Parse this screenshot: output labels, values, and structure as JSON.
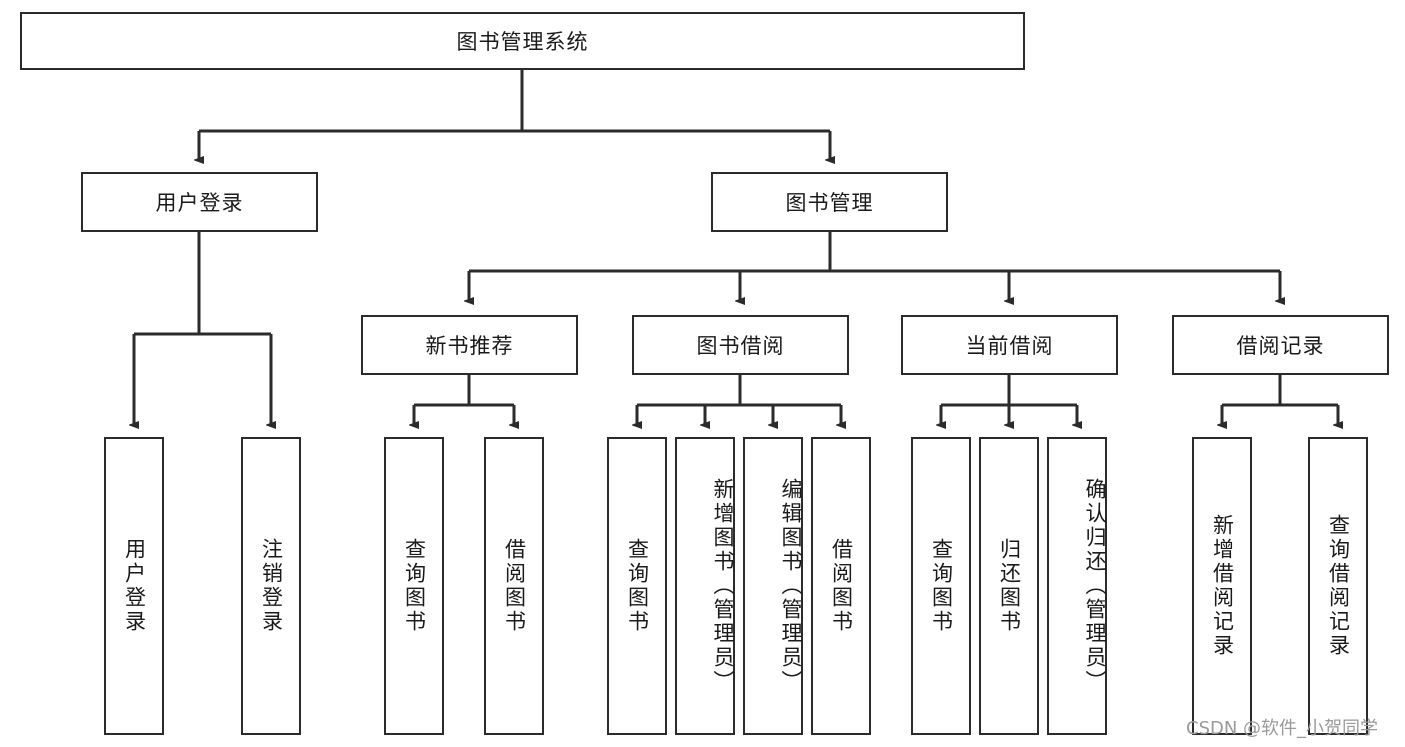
{
  "diagram": {
    "title": "图书管理系统",
    "watermark": "CSDN @软件_小贺同学",
    "colors": {
      "stroke": "#2b2b2b",
      "fill": "#ffffff",
      "text": "#1a1a1a",
      "watermark": "#9a9a9a"
    },
    "root": {
      "label": "图书管理系统"
    },
    "level2": [
      {
        "label": "用户登录"
      },
      {
        "label": "图书管理"
      }
    ],
    "level3": [
      {
        "label": "新书推荐"
      },
      {
        "label": "图书借阅"
      },
      {
        "label": "当前借阅"
      },
      {
        "label": "借阅记录"
      }
    ],
    "leaves": {
      "user_login": [
        {
          "label": "用户登录"
        },
        {
          "label": "注销登录"
        }
      ],
      "new_book_recommend": [
        {
          "label": "查询图书"
        },
        {
          "label": "借阅图书"
        }
      ],
      "book_borrow": [
        {
          "label": "查询图书"
        },
        {
          "label": "新增图书（管理员）"
        },
        {
          "label": "编辑图书（管理员）"
        },
        {
          "label": "借阅图书"
        }
      ],
      "current_borrow": [
        {
          "label": "查询图书"
        },
        {
          "label": "归还图书"
        },
        {
          "label": "确认归还（管理员）"
        }
      ],
      "borrow_record": [
        {
          "label": "新增借阅记录"
        },
        {
          "label": "查询借阅记录"
        }
      ]
    }
  }
}
